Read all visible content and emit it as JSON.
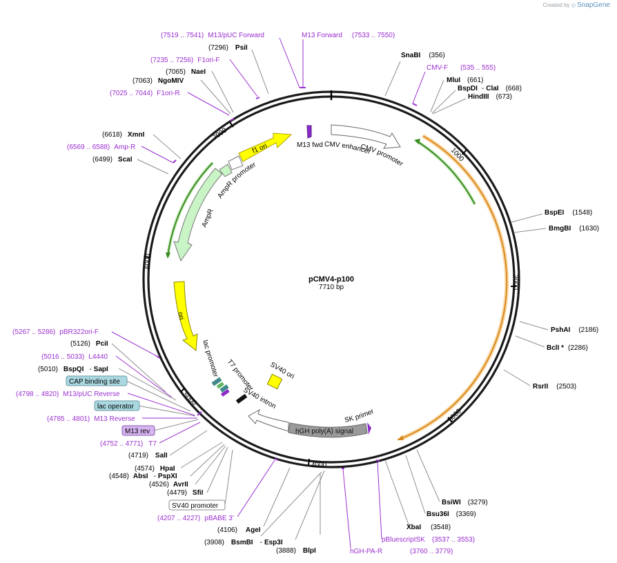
{
  "credit": {
    "text": "Created by",
    "brand": "SnapGene"
  },
  "plasmid": {
    "name": "pCMV4-p100",
    "length": 7710,
    "length_label": "7710 bp"
  },
  "ticks": [
    "1000",
    "2000",
    "3000",
    "4000",
    "5000",
    "6000",
    "7000"
  ],
  "colors": {
    "primer": "#9a2ecf",
    "backbone": "#1a1a1a",
    "green": "#3a8a22",
    "orange": "#f2a241"
  },
  "sites": [
    {
      "id": "snabi",
      "name": "SnaBI",
      "pos": "(356)"
    },
    {
      "id": "mlui",
      "name": "MluI",
      "pos": "(661)"
    },
    {
      "id": "bspdi",
      "name": "BspDI",
      "sep": "-",
      "name2": "ClaI",
      "pos": "(668)"
    },
    {
      "id": "hindiii",
      "name": "HindIII",
      "pos": "(673)"
    },
    {
      "id": "bspei",
      "name": "BspEI",
      "pos": "(1548)"
    },
    {
      "id": "bmgbi",
      "name": "BmgBI",
      "pos": "(1630)"
    },
    {
      "id": "pshai",
      "name": "PshAI",
      "pos": "(2186)"
    },
    {
      "id": "bcli",
      "name": "BclI *",
      "pos": "(2286)"
    },
    {
      "id": "rsrii",
      "name": "RsrII",
      "pos": "(2503)"
    },
    {
      "id": "bsiwi",
      "name": "BsiWI",
      "pos": "(3279)"
    },
    {
      "id": "bsu36i",
      "name": "Bsu36I",
      "pos": "(3369)"
    },
    {
      "id": "xbai",
      "name": "XbaI",
      "pos": "(3548)"
    },
    {
      "id": "blpi",
      "name": "BlpI",
      "pos": "(3888)"
    },
    {
      "id": "bsmbi",
      "name": "BsmBI",
      "sep": "-",
      "name2": "Esp3I",
      "pos": "(3908)"
    },
    {
      "id": "agei",
      "name": "AgeI",
      "pos": "(4106)"
    },
    {
      "id": "sfii",
      "name": "SfiI",
      "pos": "(4479)"
    },
    {
      "id": "avrii",
      "name": "AvrII",
      "pos": "(4526)"
    },
    {
      "id": "absi",
      "name": "AbsI",
      "sep": "-",
      "name2": "PspXI",
      "pos": "(4548)"
    },
    {
      "id": "hpai",
      "name": "HpaI",
      "pos": "(4574)"
    },
    {
      "id": "sali",
      "name": "SalI",
      "pos": "(4719)"
    },
    {
      "id": "bspqi",
      "name": "BspQI",
      "sep": "-",
      "name2": "SapI",
      "pos": "(5010)"
    },
    {
      "id": "pcii",
      "name": "PciI",
      "pos": "(5126)"
    },
    {
      "id": "scai",
      "name": "ScaI",
      "pos": "(6499)"
    },
    {
      "id": "xmni",
      "name": "XmnI",
      "pos": "(6618)"
    },
    {
      "id": "ngomiv",
      "name": "NgoMIV",
      "pos": "(7063)"
    },
    {
      "id": "naei",
      "name": "NaeI",
      "pos": "(7065)"
    },
    {
      "id": "psii",
      "name": "PsiI",
      "pos": "(7296)"
    }
  ],
  "primers": [
    {
      "id": "cmvf",
      "name": "CMV-F",
      "range": "(535 .. 555)"
    },
    {
      "id": "pbluescriptsk",
      "name": "pBluescriptSK",
      "range": "(3537 .. 3553)"
    },
    {
      "id": "hghpar",
      "name": "hGH-PA-R",
      "range": "(3760 .. 3779)"
    },
    {
      "id": "pbabe3",
      "name": "pBABE 3'",
      "range": "(4207 .. 4227)"
    },
    {
      "id": "t7",
      "name": "T7",
      "range": "(4752 .. 4771)"
    },
    {
      "id": "m13rev_range",
      "name": "M13 Reverse",
      "range": "(4785 .. 4801)"
    },
    {
      "id": "m13puc_rev",
      "name": "M13/pUC Reverse",
      "range": "(4798 .. 4820)"
    },
    {
      "id": "l4440",
      "name": "L4440",
      "range": "(5016 .. 5033)"
    },
    {
      "id": "pbr322orif",
      "name": "pBR322ori-F",
      "range": "(5267 .. 5286)"
    },
    {
      "id": "ampr_primer",
      "name": "Amp-R",
      "range": "(6569 .. 6588)"
    },
    {
      "id": "f1orir",
      "name": "F1ori-R",
      "range": "(7025 .. 7044)"
    },
    {
      "id": "f1orif",
      "name": "F1ori-F",
      "range": "(7235 .. 7256)"
    },
    {
      "id": "m13puc_fwd",
      "name": "M13/pUC Forward",
      "range": "(7519 .. 7541)"
    },
    {
      "id": "m13fwd",
      "name": "M13 Forward",
      "range": "(7533 .. 7550)"
    }
  ],
  "boxed": [
    {
      "id": "sv40promoter",
      "name": "SV40 promoter"
    },
    {
      "id": "cap",
      "name": "CAP binding site"
    },
    {
      "id": "lacop",
      "name": "lac operator"
    },
    {
      "id": "m13rev",
      "name": "M13 rev"
    }
  ],
  "features": {
    "f1ori": "f1 ori",
    "m13fwd": "M13 fwd",
    "cmv_enhancer": "CMV enhancer",
    "cmv_promoter": "CMV promoter",
    "ampr_promoter": "AmpR promoter",
    "ampr": "AmpR",
    "ori": "ori",
    "lac_promoter": "lac promoter",
    "t7_promoter": "T7 promoter",
    "sv40_intron": "SV40 intron",
    "sv40_ori": "SV40 ori",
    "hgh_polya": "hGH poly(A) signal",
    "sk_primer": "SK primer"
  }
}
